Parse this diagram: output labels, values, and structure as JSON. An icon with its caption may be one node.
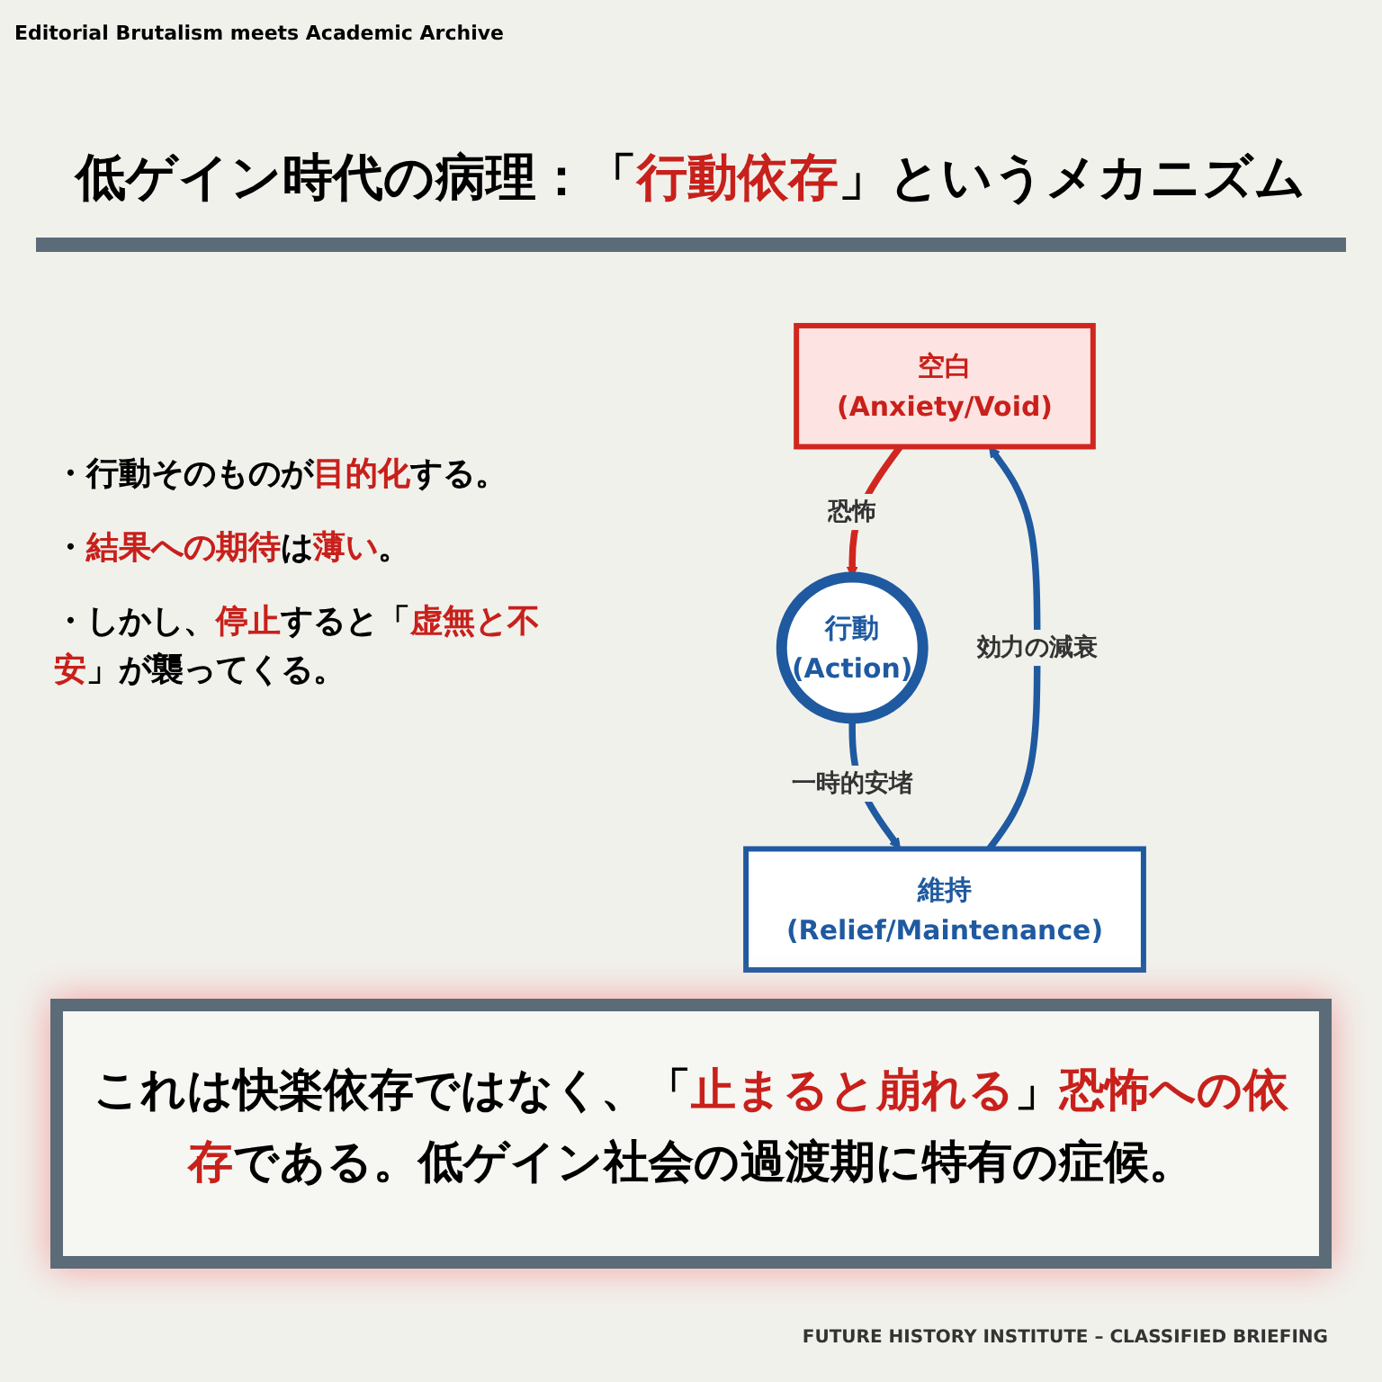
{
  "diagram": {
    "title": "低ゲイン時代の病理：「**行動依存**」というメカニズム",
    "caption": "これは快楽依存ではなく、「**止まると崩れる**」**恐怖への依存**である。低ゲイン社会の過渡期に特有の症候。",
    "nodes": [
      {
        "text": [
          "空白",
          "(Anxiety/Void)"
        ]
      },
      {
        "text": [
          "行動",
          "(Action)"
        ]
      },
      {
        "text": [
          "維持",
          "(Relief/Maintenance)"
        ]
      }
    ],
    "edges": [
      {
        "from": 0,
        "to": 1,
        "arrow": "to",
        "label": "恐怖",
        "color": "#d0261f"
      },
      {
        "from": 1,
        "to": 2,
        "arrow": "to",
        "label": "一時的安堵"
      },
      {
        "from": 2,
        "to": 0,
        "arrow": "to",
        "label": "効力の減衰"
      }
    ],
    "labels": [
      "Editorial Brutalism meets Academic Archive",
      "・行動そのものが**目的化**する。",
      "・**結果への期待**は**薄い**。",
      "・しかし、**停止**すると「**虚無と不安**」が襲ってくる。",
      "FUTURE HISTORY INSTITUTE – CLASSIFIED BRIEFING"
    ]
  }
}
